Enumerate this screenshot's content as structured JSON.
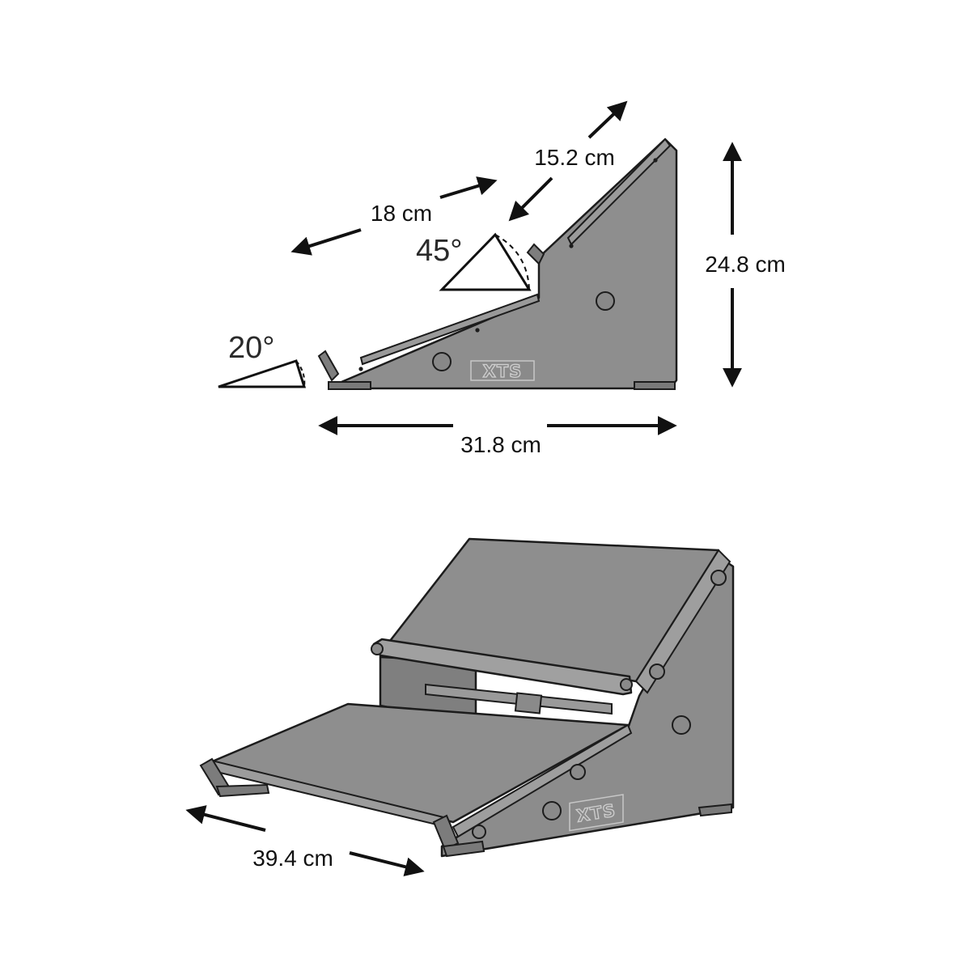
{
  "colors": {
    "panel": "#8e8e8e",
    "panel_dark": "#6f6f6f",
    "panel_light": "#a3a3a3",
    "outline": "#1c1c1c",
    "text": "#111111"
  },
  "side_view": {
    "dim_width": "31.8 cm",
    "dim_height": "24.8 cm",
    "dim_lower_shelf": "18 cm",
    "dim_upper_shelf": "15.2 cm",
    "angle_lower": "20°",
    "angle_upper": "45°",
    "logo": "XTS"
  },
  "perspective_view": {
    "dim_depth": "39.4 cm",
    "logo": "XTS"
  }
}
